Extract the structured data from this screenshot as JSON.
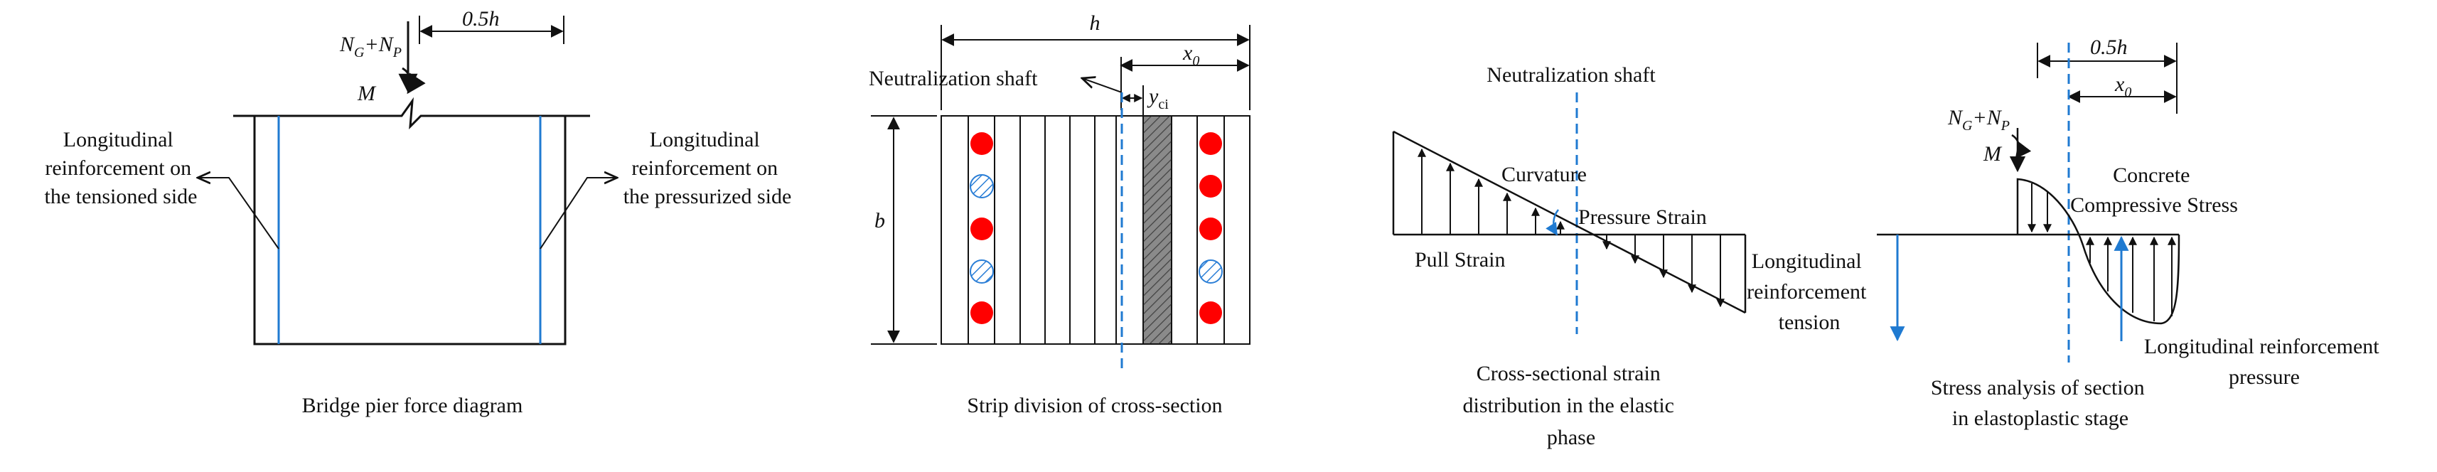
{
  "colors": {
    "line": "#111111",
    "blue": "#1f7ad1",
    "red": "#ff0000",
    "hatch_blue": "#2a7ed6",
    "strip_gray": "#7a7a7a"
  },
  "panel1": {
    "load": "N",
    "load_sub_g": "G",
    "plus": "+",
    "load_p": "N",
    "load_sub_p": "P",
    "dim_half": "0.5h",
    "moment": "M",
    "left_label": [
      "Longitudinal",
      "reinforcement on",
      "the tensioned side"
    ],
    "right_label": [
      "Longitudinal",
      "reinforcement on",
      "the pressurized side"
    ],
    "caption": "Bridge pier force diagram"
  },
  "panel2": {
    "dim_h": "h",
    "dim_x0": "x",
    "dim_x0_sub": "0",
    "dim_y": "y",
    "dim_y_sub": "ci",
    "dim_b": "b",
    "neutral_label": "Neutralization shaft",
    "caption": "Strip division of cross-section"
  },
  "panel3": {
    "neutral_label": "Neutralization shaft",
    "curvature": "Curvature",
    "pressure_strain": "Pressure Strain",
    "pull_strain": "Pull Strain",
    "caption": [
      "Cross-sectional strain",
      "distribution in the elastic",
      "phase"
    ]
  },
  "panel4": {
    "dim_half": "0.5h",
    "dim_x0": "x",
    "dim_x0_sub": "0",
    "load": "N",
    "load_sub_g": "G",
    "plus": "+",
    "load_p": "N",
    "load_sub_p": "P",
    "moment": "M",
    "concrete": [
      "Concrete",
      "Compressive Stress"
    ],
    "tension": [
      "Longitudinal",
      "reinforcement",
      "tension"
    ],
    "pressure": [
      "Longitudinal reinforcement",
      "pressure"
    ],
    "caption": [
      "Stress analysis of section",
      "in elastoplastic stage"
    ]
  }
}
